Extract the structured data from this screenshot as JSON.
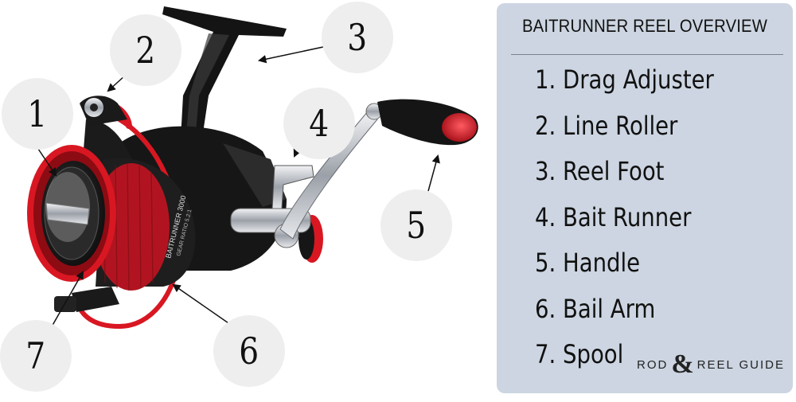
{
  "panel": {
    "title": "BAITRUNNER REEL OVERVIEW",
    "items": [
      "1. Drag Adjuster",
      "2. Line Roller",
      "3. Reel Foot",
      "4. Bait Runner",
      "5. Handle",
      "6. Bail Arm",
      "7. Spool"
    ]
  },
  "callouts": [
    "1",
    "2",
    "3",
    "4",
    "5",
    "6",
    "7"
  ],
  "reel_labels": {
    "spool_text": "BAITRUNNER 3000",
    "ratio_text": "GEAR RATIO 5.2:1"
  },
  "brand": {
    "word1": "ROD",
    "amp": "&",
    "word2": "REEL GUIDE"
  },
  "colors": {
    "panel_bg": "#ccd5e1",
    "accent_red": "#d81722",
    "reel_black": "#141414",
    "chrome": "#c4c7cc"
  }
}
